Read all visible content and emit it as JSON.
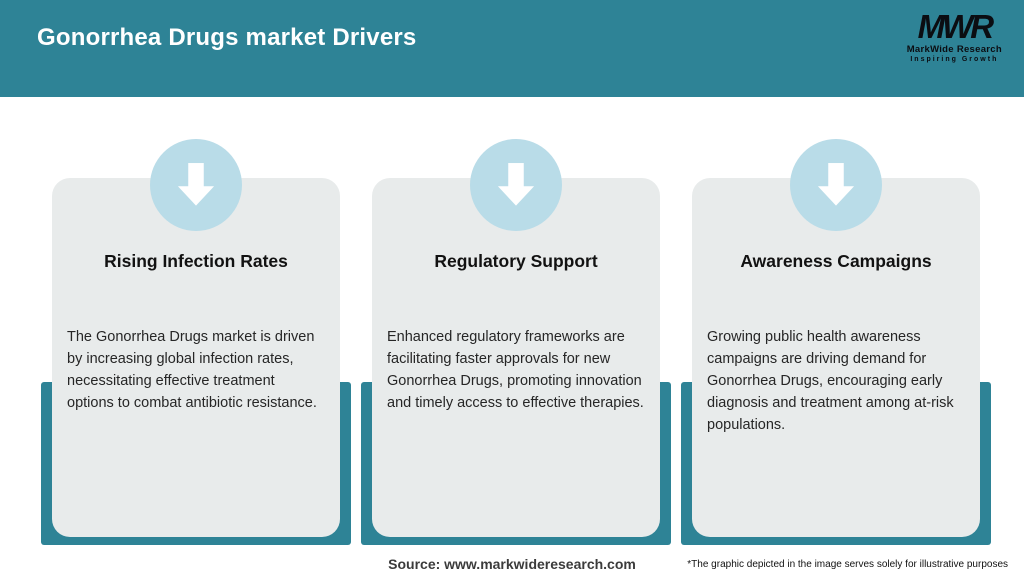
{
  "header": {
    "title": "Gonorrhea Drugs market Drivers"
  },
  "brand": {
    "initials": "MWR",
    "name": "MarkWide Research",
    "tagline": "Inspiring Growth"
  },
  "cards": [
    {
      "icon": "down-arrow-icon",
      "title": "Rising Infection Rates",
      "description": "The Gonorrhea Drugs market is driven by increasing global infection rates, necessitating effective treatment options to combat antibiotic resistance."
    },
    {
      "icon": "down-arrow-icon",
      "title": "Regulatory Support",
      "description": "Enhanced regulatory frameworks are facilitating faster approvals for new Gonorrhea Drugs, promoting innovation and timely access to effective therapies."
    },
    {
      "icon": "down-arrow-icon",
      "title": "Awareness Campaigns",
      "description": "Growing public health awareness campaigns are driving demand for Gonorrhea Drugs, encouraging early diagnosis and treatment among at-risk populations."
    }
  ],
  "footer": {
    "source": "Source: www.markwideresearch.com",
    "disclaimer": "*The graphic depicted in the image serves solely for illustrative purposes"
  },
  "colors": {
    "header_teal": "#2E8396",
    "backdrop_teal": "#2E8396",
    "circle_blue": "#B9DCE8",
    "card_gray": "#E8EBEB",
    "title_white": "#FFFFFF",
    "text_dark": "#262626"
  }
}
